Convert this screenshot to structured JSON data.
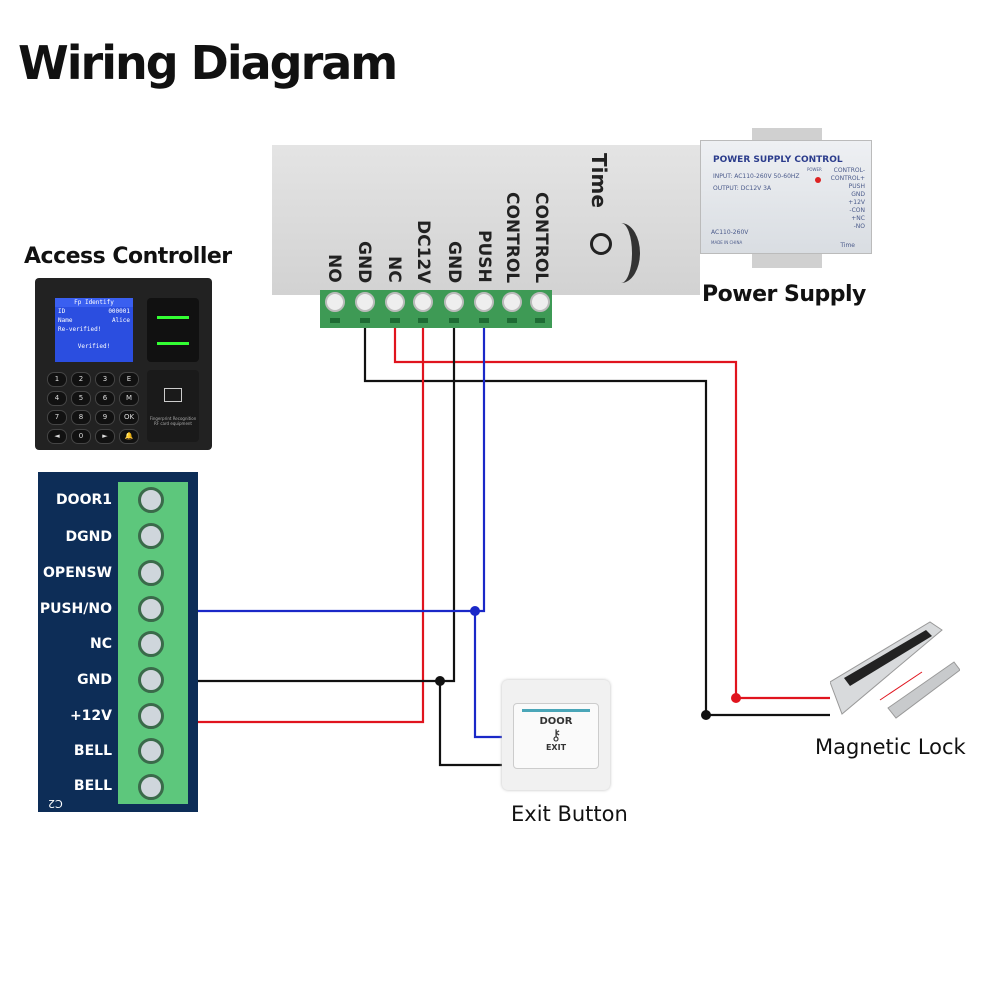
{
  "title": "Wiring Diagram",
  "components": {
    "controller": {
      "brand": "Time",
      "terminals": [
        "NO",
        "GND",
        "NC",
        "DC12V",
        "GND",
        "PUSH",
        "CONTROL",
        "CONTROL"
      ]
    },
    "power_supply": {
      "caption": "Power Supply",
      "panel_title": "POWER SUPPLY CONTROL",
      "input_text": "INPUT: AC110-260V 50-60HZ",
      "output_text": "OUTPUT: DC12V  3A",
      "ac_text": "AC110-260V",
      "made_text": "MADE IN CHINA",
      "power_led_label": "POWER",
      "terminals": [
        "CONTROL-",
        "CONTROL+",
        "PUSH",
        "GND",
        "+12V",
        "-CON",
        "+NC",
        "-NO"
      ],
      "brand": "Time"
    },
    "access_controller": {
      "caption": "Access Controller",
      "screen": {
        "header": "Fp Identify",
        "id_label": "ID",
        "id_value": "000001",
        "name_label": "Name",
        "name_value": "Alice",
        "line3": "Re-verified!",
        "footer": "Verified!"
      },
      "keys": [
        "1",
        "2",
        "3",
        "E",
        "4",
        "5",
        "6",
        "M",
        "7",
        "8",
        "9",
        "OK",
        "◄",
        "0",
        "►",
        "🔔"
      ],
      "card_text": "Fingerprint Recognition RF card equipment"
    },
    "pcb": {
      "terminals": [
        "DOOR1",
        "DGND",
        "OPENSW",
        "PUSH/NO",
        "NC",
        "GND",
        "+12V",
        "BELL",
        "BELL"
      ],
      "silk": "C2"
    },
    "exit_button": {
      "caption": "Exit Button",
      "top_text": "DOOR",
      "bottom_text": "EXIT"
    },
    "magnetic_lock": {
      "caption": "Magnetic Lock"
    }
  },
  "wire_colors": {
    "positive": "#e0141e",
    "ground": "#111111",
    "signal": "#1a28c8"
  }
}
